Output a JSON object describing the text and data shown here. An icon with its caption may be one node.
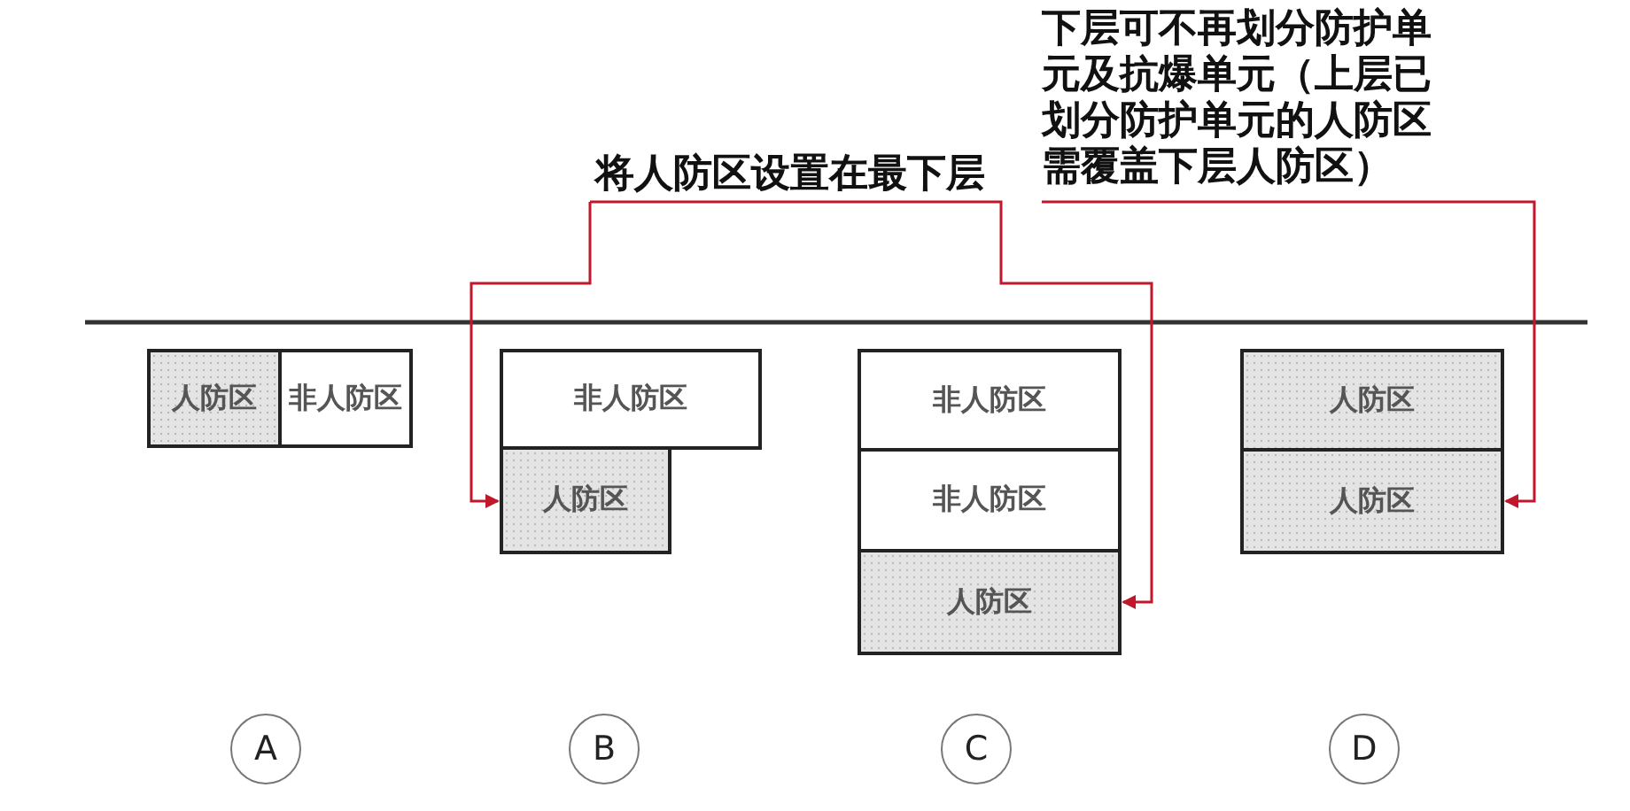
{
  "diagram": {
    "nodes": [
      {
        "text": [
          "将人防区设置在最下层"
        ]
      },
      {
        "text": [
          "下层可不再划分防护单元及抗爆单元（上层已划分防护单元的人防区需覆盖下层人防区）"
        ]
      },
      {
        "text": [
          "人防区"
        ]
      },
      {
        "text": [
          "非人防区"
        ]
      },
      {
        "text": [
          "非人防区"
        ]
      },
      {
        "text": [
          "人防区"
        ]
      },
      {
        "text": [
          "非人防区"
        ]
      },
      {
        "text": [
          "非人防区"
        ]
      },
      {
        "text": [
          "人防区"
        ]
      },
      {
        "text": [
          "人防区"
        ]
      },
      {
        "text": [
          "人防区"
        ]
      },
      {
        "text": [
          "A"
        ]
      },
      {
        "text": [
          "B"
        ]
      },
      {
        "text": [
          "C"
        ]
      },
      {
        "text": [
          "D"
        ]
      }
    ],
    "edges": [
      {
        "from": 0,
        "to": 5,
        "arrow": "to"
      },
      {
        "from": 0,
        "to": 8,
        "arrow": "to"
      },
      {
        "from": 1,
        "to": 10,
        "arrow": "to"
      }
    ]
  }
}
